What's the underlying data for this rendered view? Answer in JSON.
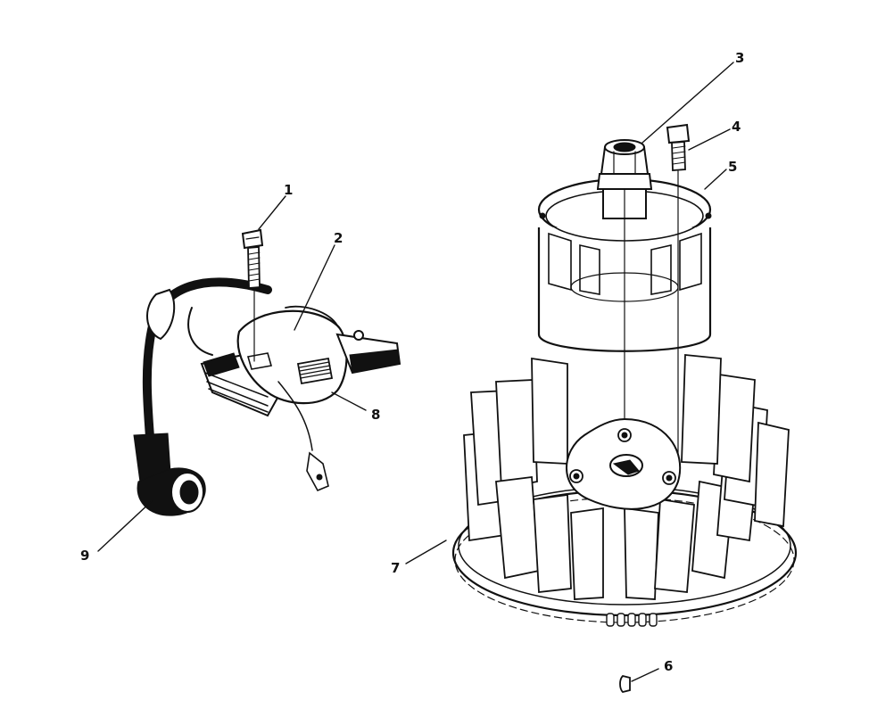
{
  "diagram": {
    "callouts": [
      {
        "id": "1",
        "label": "1"
      },
      {
        "id": "2",
        "label": "2"
      },
      {
        "id": "3",
        "label": "3"
      },
      {
        "id": "4",
        "label": "4"
      },
      {
        "id": "5",
        "label": "5"
      },
      {
        "id": "6",
        "label": "6"
      },
      {
        "id": "7",
        "label": "7"
      },
      {
        "id": "8",
        "label": "8"
      },
      {
        "id": "9",
        "label": "9"
      }
    ]
  },
  "colors": {
    "ink": "#111111",
    "paper": "#ffffff"
  }
}
